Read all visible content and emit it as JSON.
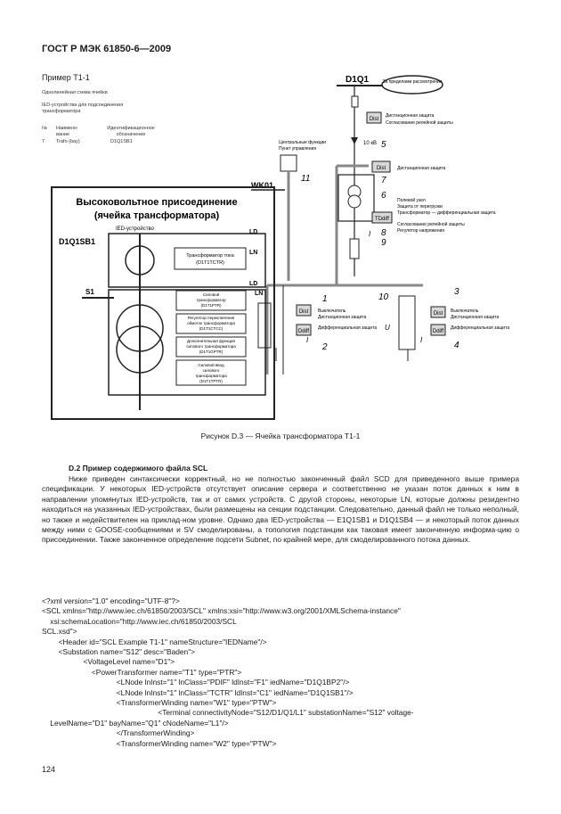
{
  "header": {
    "title": "ГОСТ Р МЭК 61850-6—2009"
  },
  "example": {
    "title": "Пример T1-1",
    "subtitle1": "Однолинейная схема  ячейки",
    "subtitle2": "IED-устройства для подсоединения трансформатора",
    "table": {
      "col_num": "№",
      "col_name": "Наимено-вание",
      "col_ident": "Идентификационное обозначение",
      "row_num": "7",
      "row_name": "Trafo (bay)",
      "row_ident": "D1Q1SB1"
    }
  },
  "figure": {
    "d1q1": "D1Q1",
    "cloud": "За пределами рассмотрения",
    "dist_top": "Dist",
    "dist_top_note1": "Дистанционная защита",
    "dist_top_note2": "Согласование релейной защиты",
    "ten_kv": "10 кВ",
    "dist_mid": "Dist",
    "dist_mid_note": "Дистанционная защита",
    "ctrl_label1": "Центральные функции",
    "ctrl_label2": "Пункт управления",
    "wk01": "WK01",
    "n5": "5",
    "n6": "6",
    "n7": "7",
    "n8": "8",
    "n9": "9",
    "n11": "11",
    "tdiff": "TDdiff",
    "right_notes": [
      "Полевой узел",
      "Защита от перегрузки",
      "Трансформатор — дифференциальная защита",
      "Согласование релейной защиты",
      "Регулятор напряжения"
    ],
    "hv_title1": "Высоковольтное присоединение",
    "hv_title2": "(ячейка трансформатора)",
    "ied_label": "IED-устройство",
    "ld": "LD",
    "ln": "LN",
    "d1q1sb1": "D1Q1SB1",
    "ct_box1": "Трансформатор тока",
    "ct_box2": "(D1T1TCTR)",
    "s1": "S1",
    "box_a1": "Силовой",
    "box_a2": "трансформатор",
    "box_a3": "(D1T1PTR)",
    "box_b1": "Регулятор переключения",
    "box_b2": "обмоток трансформатора",
    "box_b3": "(D1T1CTCC)",
    "box_c1": "Дополнительная функция",
    "box_c2": "силового трансформатора",
    "box_c3": "(D1T1GPTR)",
    "box_d1": "Силовой ввод",
    "box_d2": "силового",
    "box_d3": "трансформатора",
    "box_d4": "(D1T1TPTR)",
    "n1": "1",
    "n2": "2",
    "n3": "3",
    "n4": "4",
    "n10": "10",
    "dist_l": "Dist",
    "ddiff_l": "Ddiff",
    "dist_r": "Dist",
    "ddiff_r": "Ddiff",
    "mid_notes": [
      "Выключатель",
      "Дистанционная защита",
      "Дифференциальная защита"
    ],
    "right2_notes": [
      "Выключатель",
      "Дистанционная защита",
      "Дифференциальная защита"
    ],
    "u_d2": "U",
    "i_d3": "I",
    "i_d1": "I",
    "i_d2": "I"
  },
  "caption": "Рисунок D.3 — Ячейка трансформатора T1-1",
  "section": "D.2 Пример содержимого файла SCL",
  "body": "Ниже приведен синтаксически корректный, но не полностью законченный файл SCD для приведенного выше примера спецификации. У некоторых IED-устройств отсутствует описание сервера и соответственно не указан поток данных к ним в направлении упомянутых IED-устройств, так и от самих устройств. С другой стороны, некоторые LN,  которые  должны резидентно находиться на указанных IED-устройствах, были размещены на секции подстанции. Следовательно, данный файл не только неполный, но также и недействителен на приклад-ном уровне. Однако два IED-устройства — E1Q1SB1 и D1Q1SB4 — и некоторый поток данных между ними с GOOSE-сообщениями и SV смоделированы, а топология подстанции как таковая имеет законченную информа-цию о присоединении. Также законченное определение подсети Subnet, по крайней мере, для смоделированного потока данных.",
  "code": [
    "<?xml version=\"1.0\" encoding=\"UTF-8\"?>",
    "<SCL xmlns=\"http://www.iec.ch/61850/2003/SCL\" xmlns:xsi=\"http://www.w3.org/2001/XMLSchema-instance\"",
    "    xsi:schemaLocation=\"http://www.iec.ch/61850/2003/SCL",
    "SCL.xsd\">",
    "        <Header id=\"SCL Example T1-1\" nameStructure=\"IEDName\"/>",
    "        <Substation name=\"S12\" desc=\"Baden\">",
    "                    <VoltageLevel name=\"D1\">",
    "                        <PowerTransformer name=\"T1\" type=\"PTR\">",
    "                                    <LNode lnInst=\"1\" lnClass=\"PDIF\" ldInst=\"F1\" iedName=\"D1Q1BP2\"/>",
    "                                    <LNode lnInst=\"1\" lnClass=\"TCTR\" ldInst=\"C1\" iedName=\"D1Q1SB1\"/>",
    "                                    <TransformerWinding name=\"W1\" type=\"PTW\">",
    "                                                        <Terminal connectivityNode=\"S12/D1/Q1/L1\" substationName=\"S12\" voltage-",
    "    LevelName=\"D1\" bayName=\"Q1\" cNodeName=\"L1\"/>",
    "                                    </TransformerWinding>",
    "                                    <TransformerWinding name=\"W2\" type=\"PTW\">"
  ],
  "page_number": "124"
}
